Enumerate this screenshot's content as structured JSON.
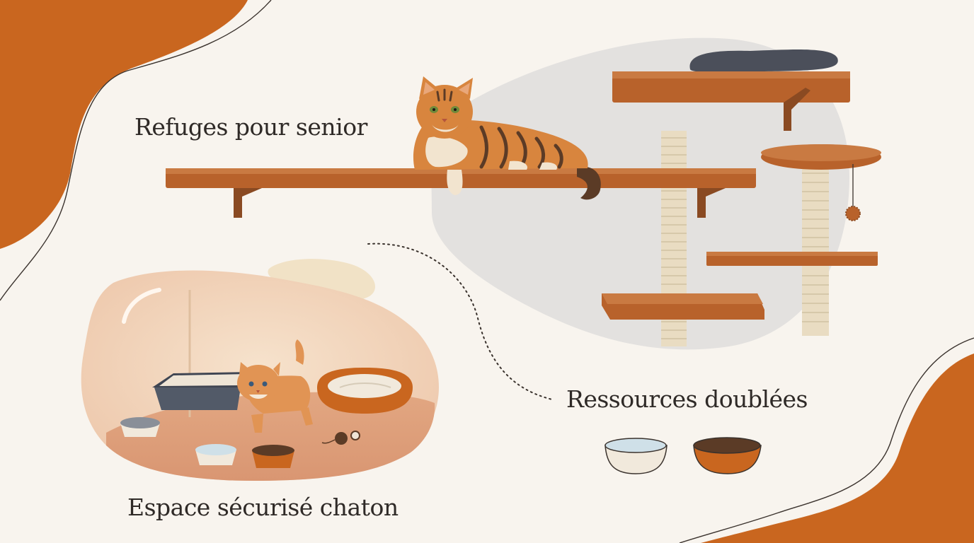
{
  "labels": {
    "senior_refuges": "Refuges pour senior",
    "doubled_resources": "Ressources doublées",
    "kitten_safe_space": "Espace sécurisé chaton"
  },
  "palette": {
    "background": "#f8f4ee",
    "accent_orange": "#c9661f",
    "wood": "#b8622b",
    "wood_dark": "#8a4a22",
    "sisal": "#e9dcc2",
    "grey_blob": "#e3e1df",
    "cushion": "#4b4f5a",
    "text": "#2f2a27"
  },
  "icons": [
    "senior-cat-icon",
    "kitten-icon",
    "wall-shelf-icon",
    "cat-tree-icon",
    "cat-bed-icon",
    "litter-box-icon",
    "water-bowl-icon",
    "food-bowl-icon",
    "toy-ball-icon"
  ]
}
